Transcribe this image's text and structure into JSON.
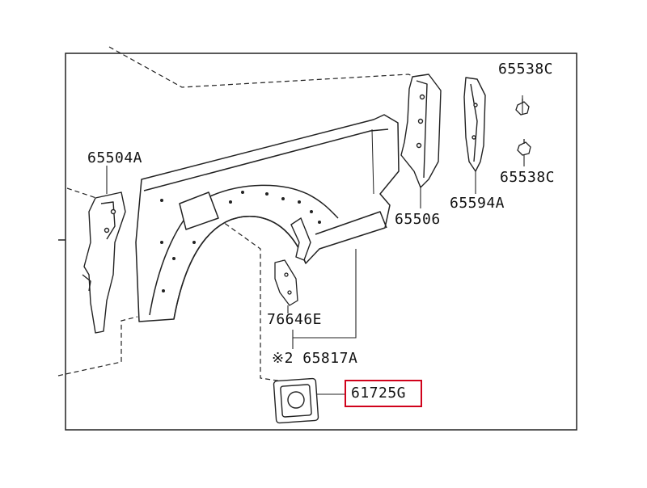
{
  "diagram": {
    "highlight_color": "#d0021b",
    "parts": [
      {
        "id": "p1",
        "label": "65538C"
      },
      {
        "id": "p2",
        "label": "65538C"
      },
      {
        "id": "p3",
        "label": "65504A"
      },
      {
        "id": "p4",
        "label": "65506"
      },
      {
        "id": "p5",
        "label": "65594A"
      },
      {
        "id": "p6",
        "label": "76646E"
      },
      {
        "id": "p7",
        "label": "※2 65817A"
      },
      {
        "id": "p8",
        "label": "61725G",
        "highlighted": true
      }
    ]
  }
}
